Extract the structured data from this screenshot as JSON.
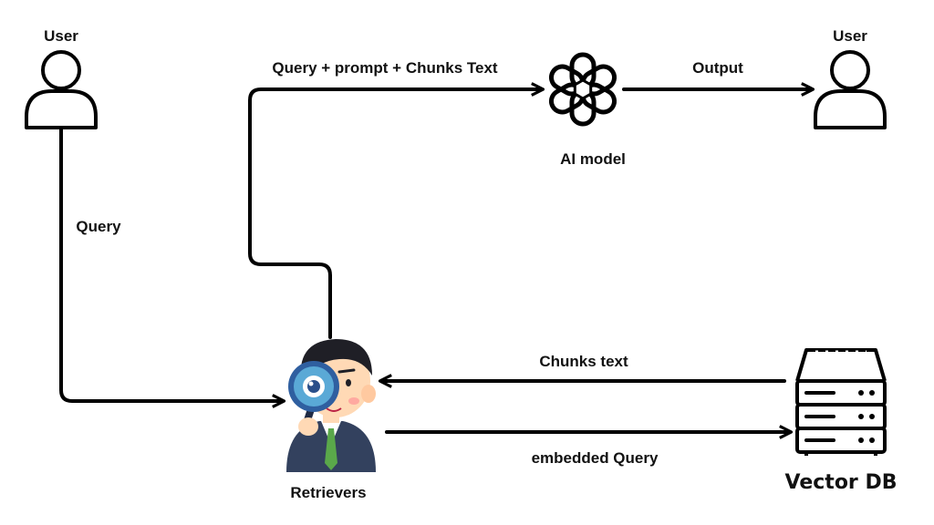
{
  "nodes": {
    "user_left": "User",
    "user_right": "User",
    "ai_model": "AI model",
    "retrievers": "Retrievers",
    "vector_db": "Vector DB"
  },
  "edges": {
    "query": "Query",
    "query_prompt_chunks": "Query + prompt + Chunks Text",
    "output": "Output",
    "chunks_text": "Chunks text",
    "embedded_query": "embedded Query"
  },
  "icons": {
    "user_left": "user-icon",
    "user_right": "user-icon",
    "ai_model": "openai-logo-icon",
    "retrievers": "detective-magnifier-icon",
    "vector_db": "server-database-icon"
  },
  "colors": {
    "line": "#000000",
    "suit": "#33415e",
    "tie": "#5aa84a",
    "lens": "#5aa9d6",
    "skin": "#ffd9b5"
  }
}
